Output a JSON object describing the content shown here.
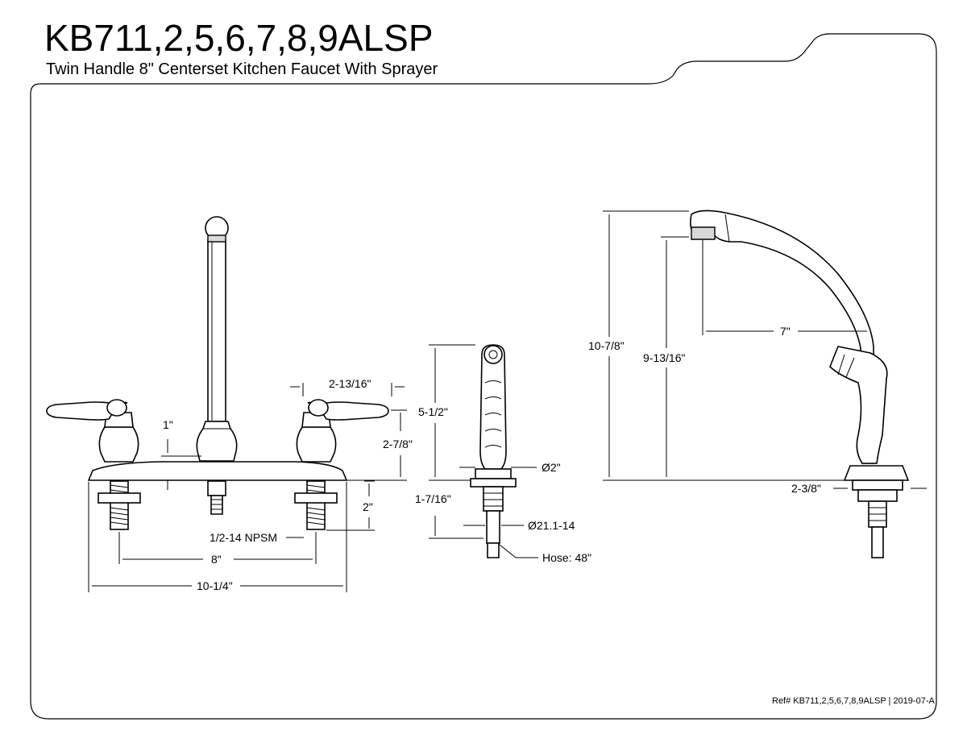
{
  "header": {
    "title": "KB711,2,5,6,7,8,9ALSP",
    "subtitle": "Twin Handle 8\" Centerset Kitchen Faucet With Sprayer"
  },
  "dimensions": {
    "handle_offset": "2-13/16\"",
    "handle_height": "2-7/8\"",
    "lever_height": "1\"",
    "shank_length": "2\"",
    "thread": "1/2-14 NPSM",
    "centers": "8\"",
    "base_width": "10-1/4\"",
    "sprayer_height": "5-1/2\"",
    "sprayer_dia": "Ø2\"",
    "sprayer_shank": "1-7/16\"",
    "sprayer_thread": "Ø21.1-14",
    "hose": "Hose: 48\"",
    "spout_reach": "7\"",
    "total_height": "10-7/8\"",
    "spout_height": "9-13/16\"",
    "side_base": "2-3/8\""
  },
  "footer": {
    "ref": "Ref# KB711,2,5,6,7,8,9ALSP | 2019-07-A"
  }
}
